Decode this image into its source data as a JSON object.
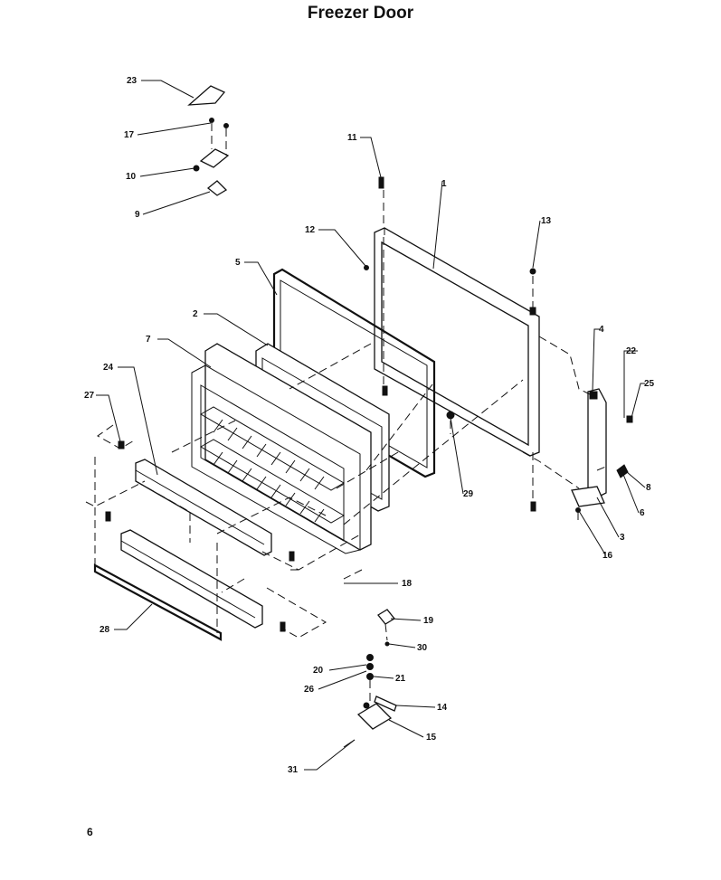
{
  "title": "Freezer Door",
  "page_number": "6",
  "callouts": [
    "1",
    "2",
    "3",
    "4",
    "5",
    "6",
    "7",
    "8",
    "9",
    "10",
    "11",
    "12",
    "13",
    "14",
    "15",
    "16",
    "17",
    "18",
    "19",
    "20",
    "21",
    "22",
    "23",
    "24",
    "25",
    "26",
    "27",
    "28",
    "29",
    "30",
    "31"
  ]
}
